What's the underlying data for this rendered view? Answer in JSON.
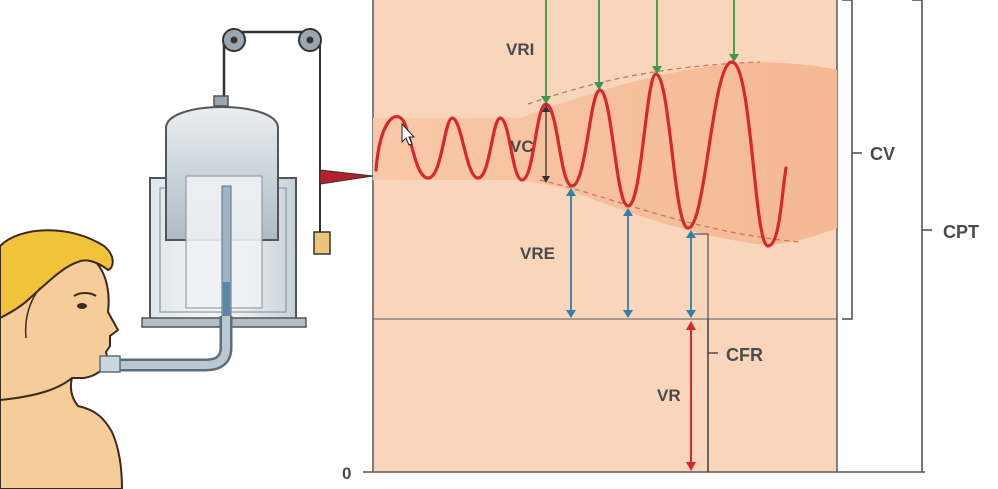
{
  "labels": {
    "vri": "VRI",
    "vc": "VC",
    "vre": "VRE",
    "vr": "VR",
    "cv": "CV",
    "cpt": "CPT",
    "cfr": "CFR",
    "zero": "0"
  },
  "colors": {
    "background_panel": "#f9d5bb",
    "wave_band": "#f7c4a3",
    "trace": "#d9272e",
    "inspiratory_arrow": "#3b9a45",
    "expiratory_arrow": "#2f7fa8",
    "residual_arrow": "#d9272e",
    "skin": "#f6cc9a",
    "hair": "#f0c33a",
    "spirometer_metal": "#c9d3da"
  },
  "icons": {
    "subject": "person-profile-icon",
    "apparatus": "spirometer-icon"
  }
}
